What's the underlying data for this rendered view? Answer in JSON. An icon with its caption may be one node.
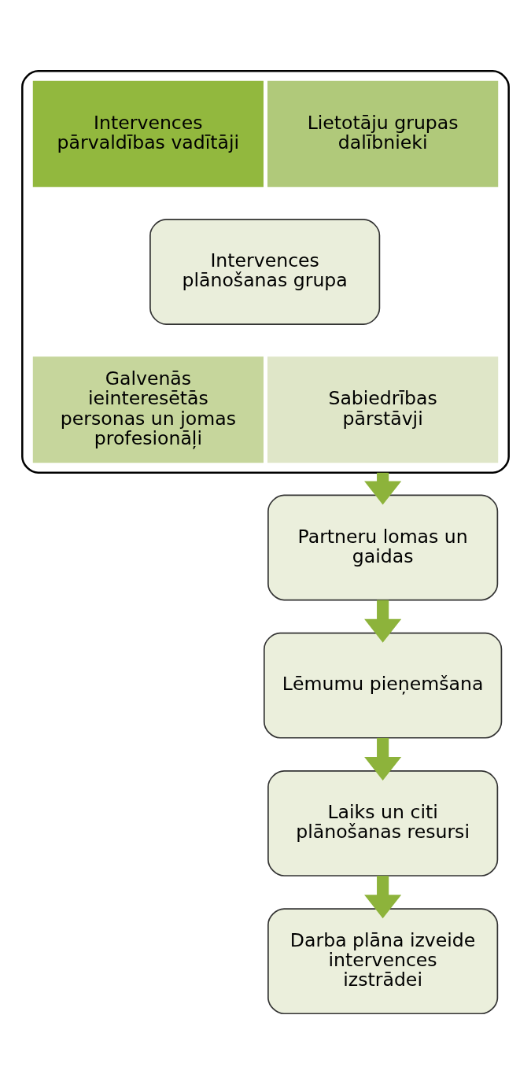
{
  "diagram": {
    "nodes": [
      {
        "text": [],
        "shape": "box"
      },
      {
        "text": [
          "Intervences pārvaldības vadītāji"
        ],
        "in": 0
      },
      {
        "text": [
          "Lietotāju grupas dalībnieki"
        ],
        "in": 0
      },
      {
        "text": [
          "Intervences plānošanas grupa"
        ],
        "in": 0
      },
      {
        "text": [
          "Galvenās ieinteresētās personas un jomas profesionāļi"
        ],
        "in": 0
      },
      {
        "text": [
          "Sabiedrības pārstāvji"
        ],
        "in": 0
      },
      {
        "text": [
          "Partneru lomas un gaidas"
        ]
      },
      {
        "text": [
          "Lēmumu pieņemšana"
        ]
      },
      {
        "text": [
          "Laiks un citi plānošanas resursi"
        ]
      },
      {
        "text": [
          "Darba plāna izveide intervences izstrādei"
        ]
      }
    ],
    "edges": [
      {
        "from": 0,
        "to": 6,
        "arrow": "to"
      },
      {
        "from": 6,
        "to": 7,
        "arrow": "to"
      },
      {
        "from": 7,
        "to": 8,
        "arrow": "to"
      },
      {
        "from": 8,
        "to": 9,
        "arrow": "to"
      }
    ]
  }
}
